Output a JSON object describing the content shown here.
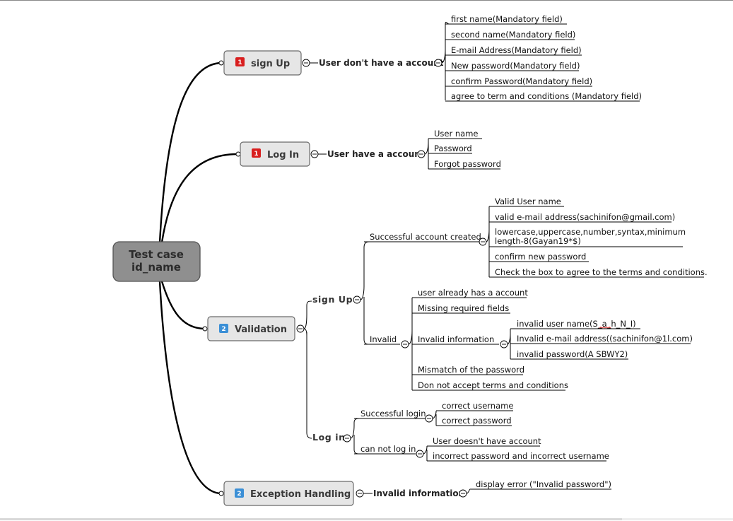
{
  "root": {
    "line1": "Test case",
    "line2": "id_name"
  },
  "branches": {
    "signup": {
      "title": "sign  Up",
      "priority": "1",
      "condition": "User don't have a account",
      "items": [
        "first name(Mandatory field)",
        "second name(Mandatory field)",
        "E-mail Address(Mandatory field)",
        "New password(Mandatory field)",
        "confirm Password(Mandatory field)",
        "agree to term and conditions (Mandatory field)"
      ]
    },
    "login": {
      "title": "Log In",
      "priority": "1",
      "condition": "User have a account",
      "items": [
        "User name",
        "Password",
        "Forgot password"
      ]
    },
    "validation": {
      "title": "Validation",
      "priority": "2",
      "signup": {
        "label": "sign  Up",
        "success": {
          "label": "Successful account created",
          "items": [
            "Valid User name",
            "valid e-mail address(sachinifon@gmail.com)",
            "lowercase,uppercase,number,syntax,minimum",
            "length-8(Gayan19*$)",
            "confirm new password",
            "Check the box to agree to the terms and conditions."
          ]
        },
        "invalid": {
          "label": "Invalid",
          "items": [
            "user already has a account",
            "Missing required fields",
            "Invalid information",
            "Mismatch of the password",
            "Don not accept terms and conditions"
          ],
          "info_items": [
            "invalid user name(S_a_h_N_I)",
            "Invalid e-mail address((sachinifon@1l.com)",
            "invalid password(A SBWY2)"
          ]
        }
      },
      "login": {
        "label": "Log in",
        "success": {
          "label": "Successful login",
          "items": [
            "correct username",
            "correct password"
          ]
        },
        "fail": {
          "label": "can not log in",
          "items": [
            "User doesn't have account",
            "incorrect password and incorrect username"
          ]
        }
      }
    },
    "exception": {
      "title": "Exception Handling",
      "priority": "2",
      "condition": "Invalid information",
      "items": [
        "display error (\"Invalid password\")"
      ]
    }
  }
}
